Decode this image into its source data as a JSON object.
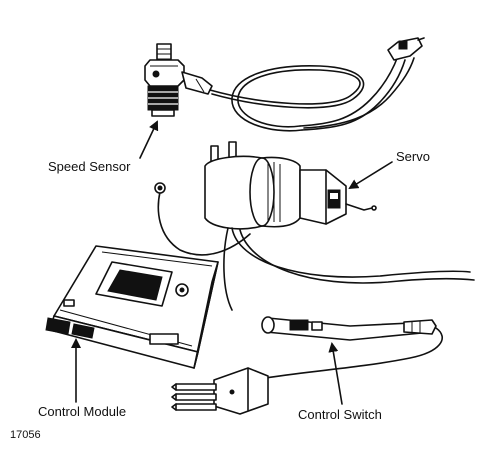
{
  "labels": {
    "speed_sensor": "Speed Sensor",
    "servo": "Servo",
    "control_module": "Control Module",
    "control_switch": "Control Switch"
  },
  "figure_number": "17056",
  "colors": {
    "ink": "#111111",
    "background": "#ffffff"
  }
}
